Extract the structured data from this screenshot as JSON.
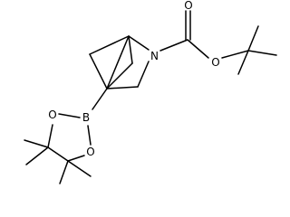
{
  "molecule": {
    "atoms": {
      "boron": "B",
      "boronate_oxygen_upper": "O",
      "boronate_oxygen_lower": "O",
      "nitrogen": "N",
      "carbonyl_oxygen": "O",
      "ester_oxygen": "O"
    }
  },
  "colors": {
    "bond": "#000000",
    "text": "#000000",
    "background": "#ffffff"
  }
}
